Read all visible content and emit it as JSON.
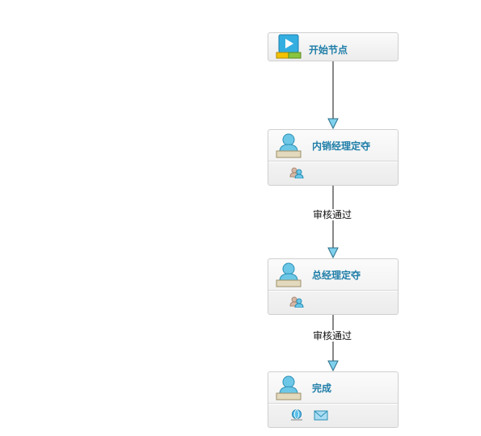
{
  "workflow": {
    "nodes": [
      {
        "title": "开始节点",
        "type": "start",
        "icon": "play-icon"
      },
      {
        "title": "内销经理定夺",
        "type": "task",
        "icon": "user-icon",
        "footer_icons": [
          "group-icon"
        ]
      },
      {
        "title": "总经理定夺",
        "type": "task",
        "icon": "user-icon",
        "footer_icons": [
          "group-icon"
        ]
      },
      {
        "title": "完成",
        "type": "end",
        "icon": "user-icon",
        "footer_icons": [
          "globe-icon",
          "mail-icon"
        ]
      }
    ],
    "edges": [
      {
        "from": 0,
        "to": 1,
        "label": ""
      },
      {
        "from": 1,
        "to": 2,
        "label": "审核通过"
      },
      {
        "from": 2,
        "to": 3,
        "label": "审核通过"
      }
    ],
    "colors": {
      "title": "#1f7ea8",
      "arrow_fill": "#7fd0ec",
      "line": "#111111",
      "node_border": "#cfcfcf"
    }
  }
}
